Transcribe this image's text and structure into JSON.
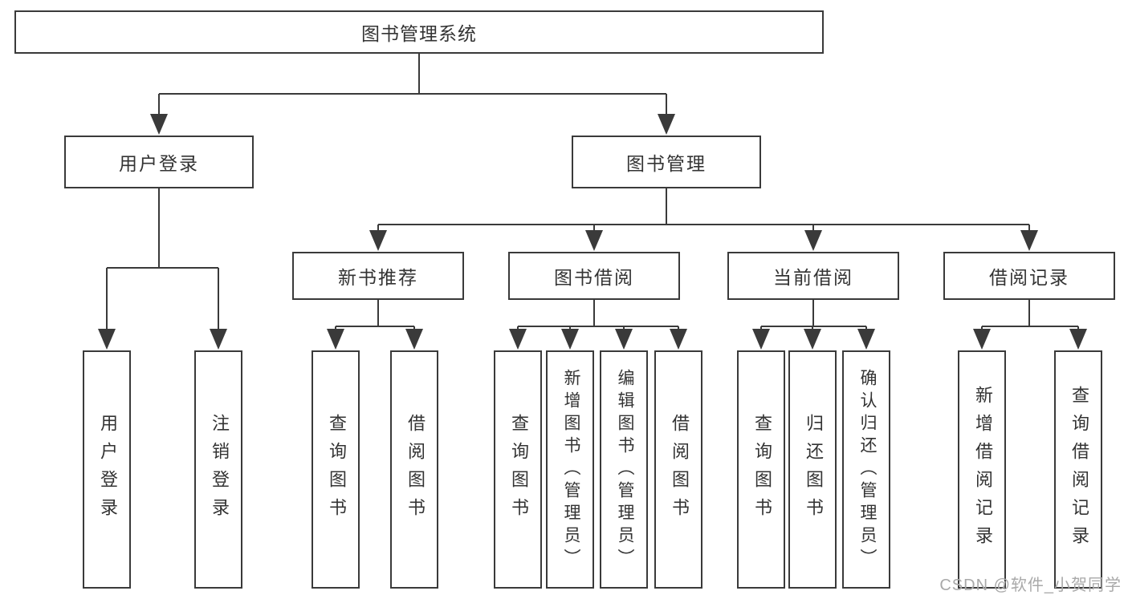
{
  "colors": {
    "line": "#3a3a3a",
    "box_border": "#3a3a3a",
    "box_fill": "#ffffff",
    "text": "#333333",
    "watermark": "#a9a9a9"
  },
  "root": {
    "label": "图书管理系统"
  },
  "login": {
    "label": "用户登录",
    "children": [
      {
        "label": "用户登录"
      },
      {
        "label": "注销登录"
      }
    ]
  },
  "manage": {
    "label": "图书管理",
    "sections": [
      {
        "label": "新书推荐",
        "children": [
          {
            "label": "查询图书"
          },
          {
            "label": "借阅图书"
          }
        ]
      },
      {
        "label": "图书借阅",
        "children": [
          {
            "label": "查询图书"
          },
          {
            "label": "新增图书（管理员）"
          },
          {
            "label": "编辑图书（管理员）"
          },
          {
            "label": "借阅图书"
          }
        ]
      },
      {
        "label": "当前借阅",
        "children": [
          {
            "label": "查询图书"
          },
          {
            "label": "归还图书"
          },
          {
            "label": "确认归还（管理员）"
          }
        ]
      },
      {
        "label": "借阅记录",
        "children": [
          {
            "label": "新增借阅记录"
          },
          {
            "label": "查询借阅记录"
          }
        ]
      }
    ]
  },
  "watermark": {
    "text": "CSDN @软件_小贺同学"
  }
}
